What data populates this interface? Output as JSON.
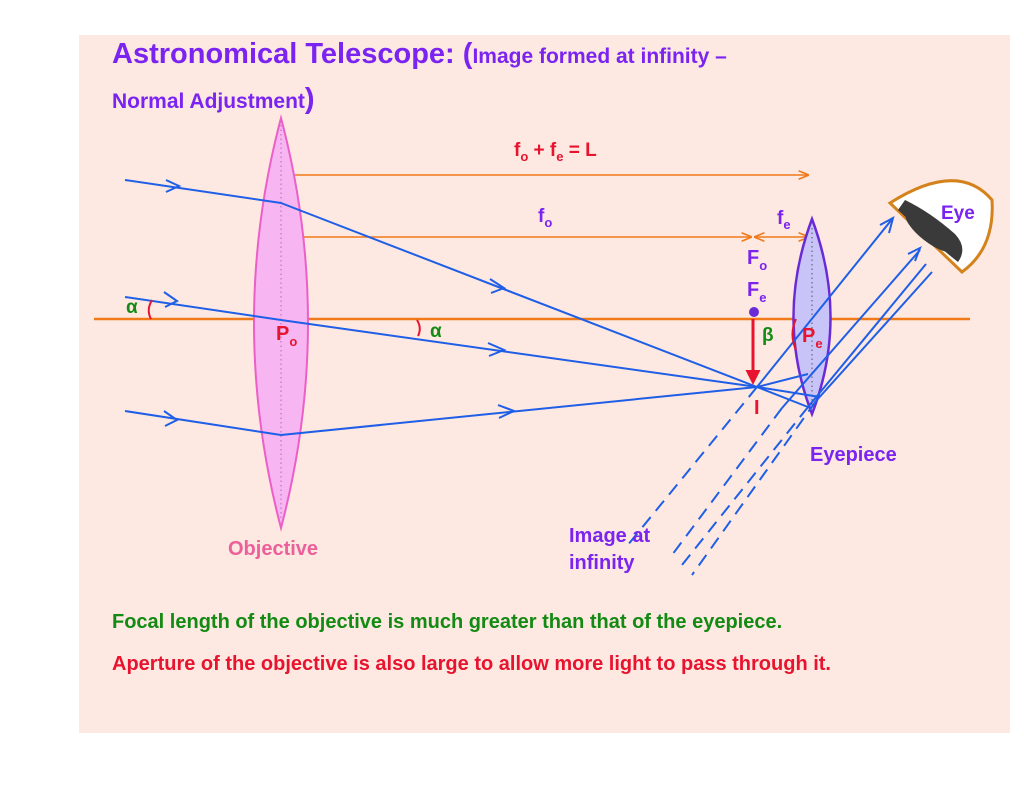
{
  "title": {
    "main": "Astronomical Telescope: ",
    "open_paren": "(",
    "sub": "Image formed at infinity –",
    "sub2": "Normal Adjustment",
    "close_paren": ")"
  },
  "labels": {
    "total_length": {
      "f1": "f",
      "s1": "o",
      "plus": " + f",
      "s2": "e",
      "eq": " = L"
    },
    "objective_focal": {
      "f": "f",
      "s": "o"
    },
    "eyepiece_focal": {
      "f": "f",
      "s": "e"
    },
    "objective_focus": {
      "f": "F",
      "s": "o"
    },
    "eyepiece_focus": {
      "f": "F",
      "s": "e"
    },
    "objective_pole": {
      "f": "P",
      "s": "o"
    },
    "eyepiece_pole": {
      "f": "P",
      "s": "e"
    },
    "alpha": "α",
    "beta": "β",
    "image": "I",
    "eye": "Eye",
    "eyepiece": "Eyepiece",
    "objective": "Objective",
    "image_at_infinity": [
      "Image at",
      "infinity"
    ]
  },
  "notes": {
    "focal": "Focal length of the objective is much greater than that of the eyepiece.",
    "aperture": "Aperture of the objective is also large to allow more light to pass through it."
  },
  "colors": {
    "slide_bg": "#fde9e1",
    "title": "#7b23f0",
    "ray": "#1f5ee6",
    "axis": "#f07a1a",
    "objective_fill": "#f7b6f2",
    "objective_stroke": "#ec5fc8",
    "eyepiece_fill": "#c8c4f8",
    "eyepiece_stroke": "#6a2bd6",
    "label_red": "#e8132e",
    "label_green": "#138a13",
    "label_purple": "#7b23f0",
    "objective_label": "#ec5f9a",
    "eye_shell": "#d4821c",
    "green_note": "#138a13",
    "red_note": "#e8132e"
  }
}
